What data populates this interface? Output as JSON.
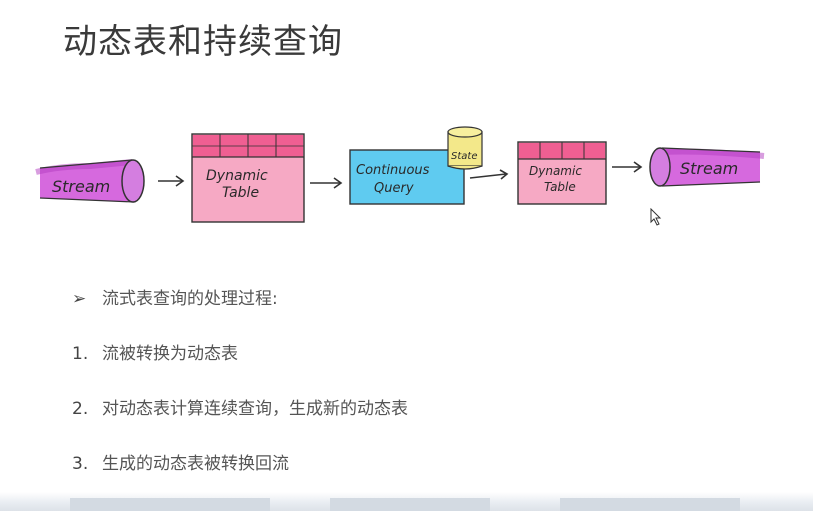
{
  "slide": {
    "title": "动态表和持续查询"
  },
  "diagram": {
    "stream_in_label": "Stream",
    "dynamic_table_1": {
      "line1": "Dynamic",
      "line2": "Table"
    },
    "continuous_query": {
      "line1": "Continuous",
      "line2": "Query"
    },
    "state_label": "State",
    "dynamic_table_2": {
      "line1": "Dynamic",
      "line2": "Table"
    },
    "stream_out_label": "Stream",
    "colors": {
      "stream": "#cf4fd8",
      "table": "#f06c9b",
      "table_light": "#f7b6cc",
      "query": "#4cc3ee",
      "state": "#f3e88a"
    }
  },
  "bullets": {
    "heading": {
      "marker": "➢",
      "text": "流式表查询的处理过程:"
    },
    "steps": [
      {
        "marker": "1.",
        "text": "流被转换为动态表"
      },
      {
        "marker": "2.",
        "text": "对动态表计算连续查询，生成新的动态表"
      },
      {
        "marker": "3.",
        "text": "生成的动态表被转换回流"
      }
    ]
  }
}
